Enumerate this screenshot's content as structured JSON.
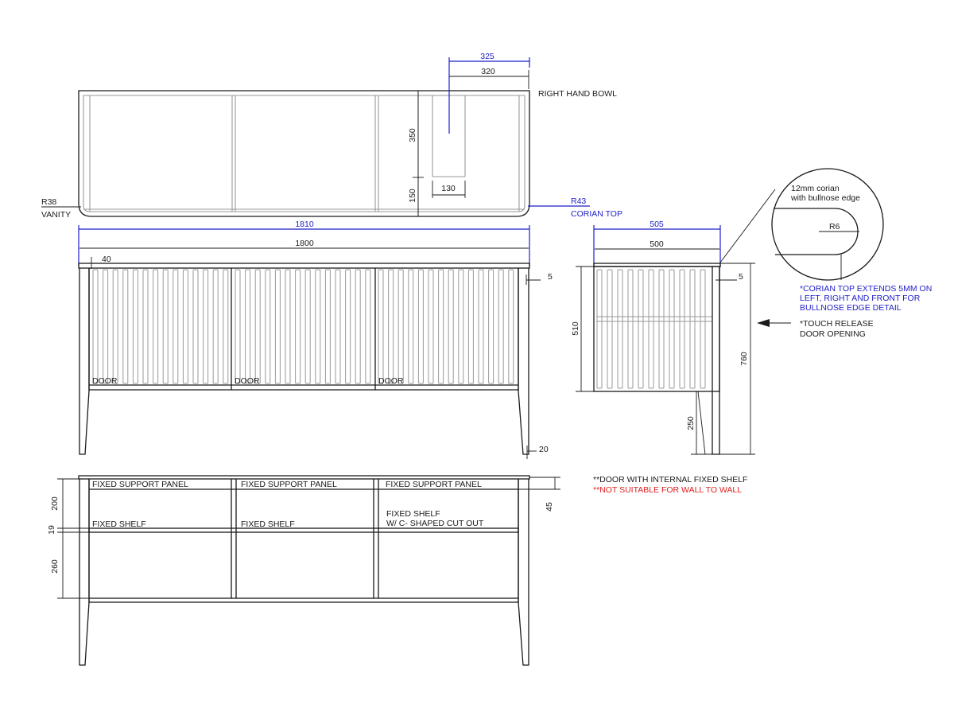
{
  "top_view": {
    "dim_325": "325",
    "dim_320": "320",
    "bowl_note": "RIGHT HAND BOWL",
    "dim_350": "350",
    "dim_150": "150",
    "dim_130": "130",
    "r38": "R38",
    "vanity": "VANITY",
    "r43": "R43",
    "corian_top": "CORIAN TOP"
  },
  "front_view": {
    "dim_1810": "1810",
    "dim_1800": "1800",
    "dim_40": "40",
    "dim_5": "5",
    "dim_20": "20",
    "door_labels": [
      "DOOR",
      "DOOR",
      "DOOR"
    ]
  },
  "side_view": {
    "dim_505": "505",
    "dim_500": "500",
    "dim_5": "5",
    "dim_510": "510",
    "dim_760": "760",
    "dim_250": "250",
    "touch_note": [
      "*TOUCH RELEASE",
      "DOOR OPENING"
    ]
  },
  "detail": {
    "title": [
      "12mm corian",
      "with bullnose edge"
    ],
    "r6": "R6",
    "note": [
      "*CORIAN TOP EXTENDS 5MM ON",
      "LEFT, RIGHT AND FRONT FOR",
      "BULLNOSE EDGE DETAIL"
    ]
  },
  "internal_view": {
    "panels": [
      "FIXED SUPPORT PANEL",
      "FIXED SUPPORT PANEL",
      "FIXED SUPPORT PANEL"
    ],
    "shelves": [
      "FIXED SHELF",
      "FIXED SHELF"
    ],
    "shelf3": [
      "FIXED SHELF",
      "W/ C- SHAPED CUT OUT"
    ],
    "dim_200": "200",
    "dim_19": "19",
    "dim_260": "260",
    "dim_45": "45",
    "note_black": "**DOOR WITH INTERNAL FIXED SHELF",
    "note_red": "**NOT SUITABLE FOR WALL TO WALL"
  },
  "colors": {
    "dimension_blue": "#1e1ec8",
    "warning_red": "#e01e1e",
    "line": "#1a1a1a",
    "hidden_line": "#9a9a9a"
  }
}
